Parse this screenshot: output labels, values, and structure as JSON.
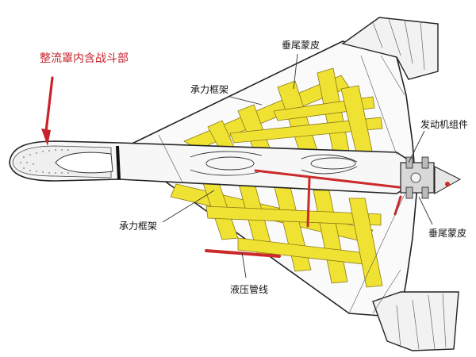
{
  "labels": {
    "fairing_cockpit": "整流罩内含战斗部",
    "tail_skin_top": "垂尾蒙皮",
    "frame_top": "承力框架",
    "engine_assembly": "发动机组件",
    "frame_bottom": "承力框架",
    "tail_skin_bottom": "垂尾蒙皮",
    "hydraulic_line": "液压管线"
  },
  "colors": {
    "structure_yellow": "#f0e233",
    "hydraulic_red": "#cc2a2a",
    "callout_red": "#c8232c",
    "outline": "#222222"
  }
}
